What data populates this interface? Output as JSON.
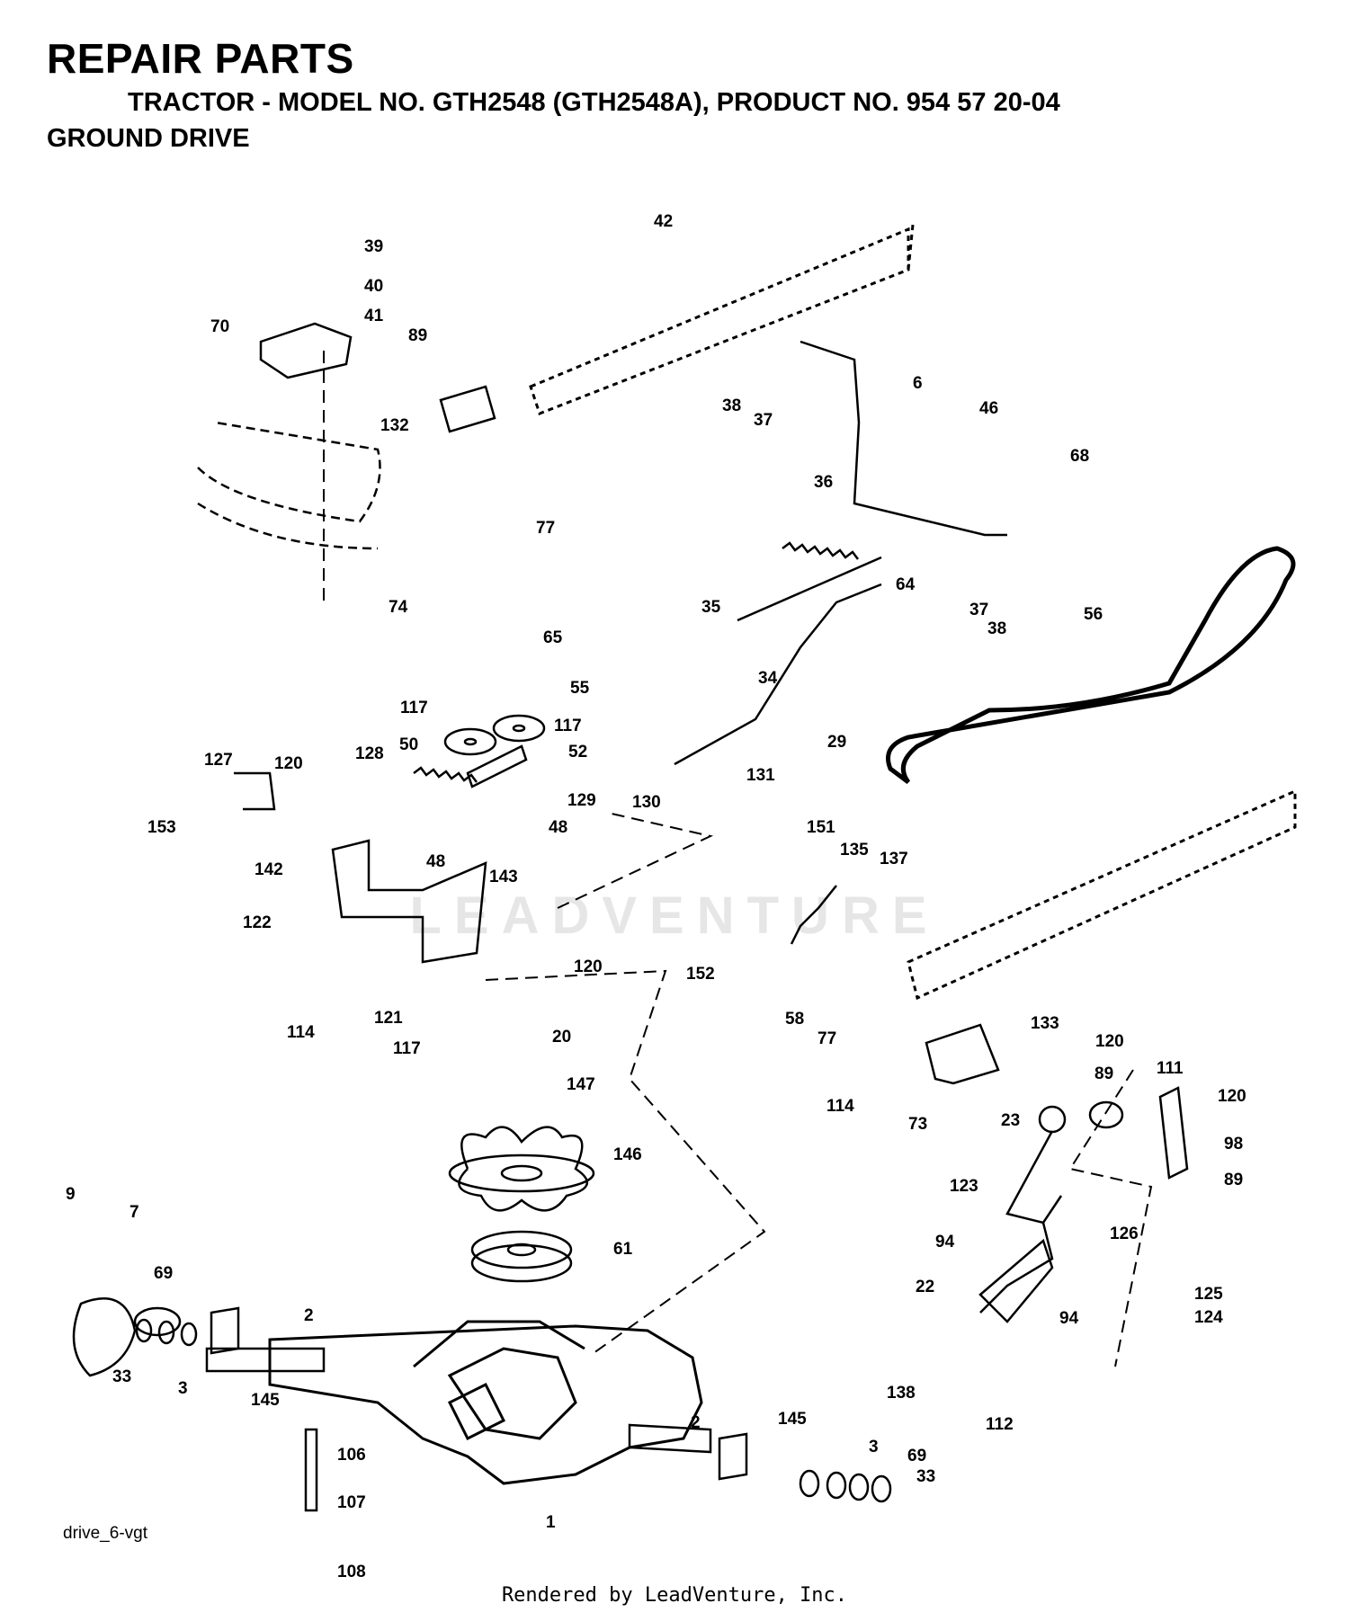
{
  "header": {
    "title": "REPAIR PARTS",
    "subtitle": "TRACTOR - MODEL NO. GTH2548 (GTH2548A), PRODUCT NO. 954 57 20-04",
    "section": "GROUND DRIVE"
  },
  "diagram": {
    "drawing_id": "drive_6-vgt",
    "watermark": "LEADVENTURE",
    "callouts": [
      "42",
      "39",
      "40",
      "41",
      "70",
      "89",
      "132",
      "77",
      "38",
      "37",
      "6",
      "46",
      "68",
      "36",
      "64",
      "37",
      "38",
      "74",
      "35",
      "34",
      "56",
      "65",
      "55",
      "117",
      "117",
      "50",
      "52",
      "29",
      "127",
      "120",
      "128",
      "129",
      "153",
      "48",
      "48",
      "131",
      "130",
      "151",
      "135",
      "137",
      "142",
      "143",
      "122",
      "120",
      "152",
      "121",
      "114",
      "117",
      "58",
      "77",
      "133",
      "120",
      "20",
      "147",
      "89",
      "111",
      "120",
      "114",
      "73",
      "23",
      "98",
      "146",
      "89",
      "123",
      "9",
      "7",
      "126",
      "69",
      "94",
      "61",
      "125",
      "22",
      "124",
      "2",
      "94",
      "33",
      "3",
      "145",
      "138",
      "112",
      "2",
      "145",
      "106",
      "3",
      "69",
      "33",
      "107",
      "1",
      "108"
    ]
  },
  "footer": {
    "text": "Rendered by LeadVenture, Inc."
  }
}
